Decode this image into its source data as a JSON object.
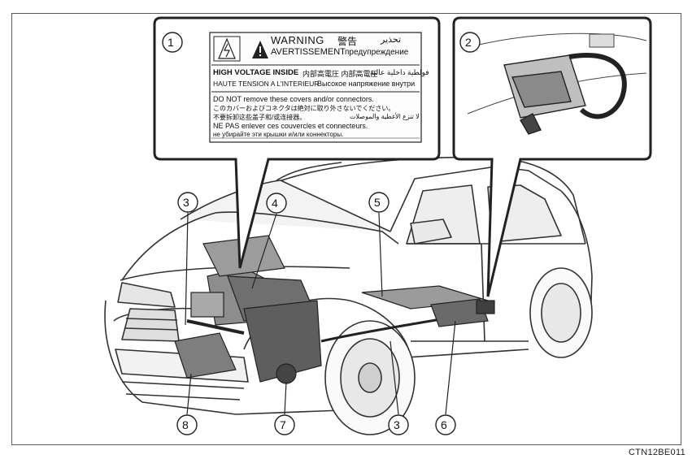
{
  "figure_code": "CTN12BE011",
  "callouts": [
    "1",
    "2",
    "3",
    "4",
    "5",
    "6",
    "7",
    "8"
  ],
  "callout_3b": "3",
  "warning_label": {
    "symbol_header": "WARNING",
    "header_jp": "警告",
    "header_ar": "تحذير",
    "header_fr": "AVERTISSEMENT",
    "header_ru": "предупреждение",
    "hv_en": "HIGH VOLTAGE INSIDE",
    "hv_jp": "内部高電圧 内部高電圧",
    "hv_ar": "فولطية داخلية عالية",
    "hv_fr": "HAUTE TENSION A L'INTERIEUR",
    "hv_ru": "Высокое напряжение внутри",
    "line1": "DO NOT remove these covers and/or connectors.",
    "line2": "このカバーおよびコネクタは絶対に取り外さないでください。",
    "line3": "不要拆卸这些盖子和/或连接器。",
    "line3_ar": "لا تنزع الأغطية والموصلات",
    "line4": "NE PAS enlever ces couvercles et connecteurs.",
    "line5": "не убирайте эти крышки и/или коннекторы."
  }
}
